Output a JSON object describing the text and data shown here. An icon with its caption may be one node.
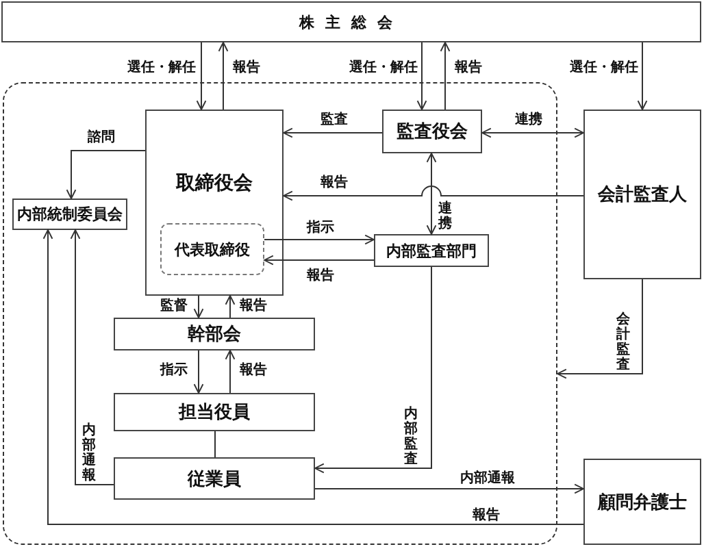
{
  "diagram": {
    "nodes": [
      {
        "text": [
          "株主総会"
        ]
      },
      {
        "text": [],
        "shape": "box"
      },
      {
        "text": [
          "取締役会"
        ],
        "in": 1
      },
      {
        "text": [
          "代表取締役"
        ],
        "in": 2
      },
      {
        "text": [
          "監査役会"
        ],
        "in": 1
      },
      {
        "text": [
          "内部統制委員会"
        ],
        "in": 1
      },
      {
        "text": [
          "内部監査部門"
        ],
        "in": 1
      },
      {
        "text": [
          "会計監査人"
        ]
      },
      {
        "text": [
          "幹部会"
        ],
        "in": 1
      },
      {
        "text": [
          "担当役員"
        ],
        "in": 1
      },
      {
        "text": [
          "従業員"
        ],
        "in": 1
      },
      {
        "text": [
          "顧問弁護士"
        ]
      }
    ],
    "edges": [
      {
        "from": 0,
        "to": 2,
        "arrow": "to",
        "label": "選任・解任"
      },
      {
        "from": 2,
        "to": 0,
        "arrow": "to",
        "label": "報告"
      },
      {
        "from": 0,
        "to": 4,
        "arrow": "to",
        "label": "選任・解任"
      },
      {
        "from": 4,
        "to": 0,
        "arrow": "to",
        "label": "報告"
      },
      {
        "from": 0,
        "to": 7,
        "arrow": "to",
        "label": "選任・解任"
      },
      {
        "from": 4,
        "to": 2,
        "arrow": "to",
        "label": "監査"
      },
      {
        "from": 4,
        "to": 7,
        "arrow": "both",
        "label": "連携"
      },
      {
        "from": 7,
        "to": 2,
        "arrow": "to",
        "label": "報告"
      },
      {
        "from": 4,
        "to": 6,
        "arrow": "both",
        "label": "連携"
      },
      {
        "from": 3,
        "to": 6,
        "arrow": "to",
        "label": "指示"
      },
      {
        "from": 6,
        "to": 3,
        "arrow": "to",
        "label": "報告"
      },
      {
        "from": 2,
        "to": 5,
        "arrow": "to",
        "label": "諮問"
      },
      {
        "from": 2,
        "to": 8,
        "arrow": "to",
        "label": "監督"
      },
      {
        "from": 8,
        "to": 2,
        "arrow": "to",
        "label": "報告"
      },
      {
        "from": 8,
        "to": 9,
        "arrow": "to",
        "label": "指示"
      },
      {
        "from": 9,
        "to": 8,
        "arrow": "to",
        "label": "報告"
      },
      {
        "from": 9,
        "to": 10,
        "arrow": "none"
      },
      {
        "from": 6,
        "to": 10,
        "arrow": "to",
        "label": "内部監査"
      },
      {
        "from": 10,
        "to": 5,
        "arrow": "to",
        "label": "内部通報"
      },
      {
        "from": 10,
        "to": 11,
        "arrow": "to",
        "label": "内部通報"
      },
      {
        "from": 11,
        "to": 5,
        "arrow": "to",
        "label": "報告"
      },
      {
        "from": 7,
        "to": 1,
        "arrow": "to",
        "label": "会計監査"
      }
    ]
  }
}
